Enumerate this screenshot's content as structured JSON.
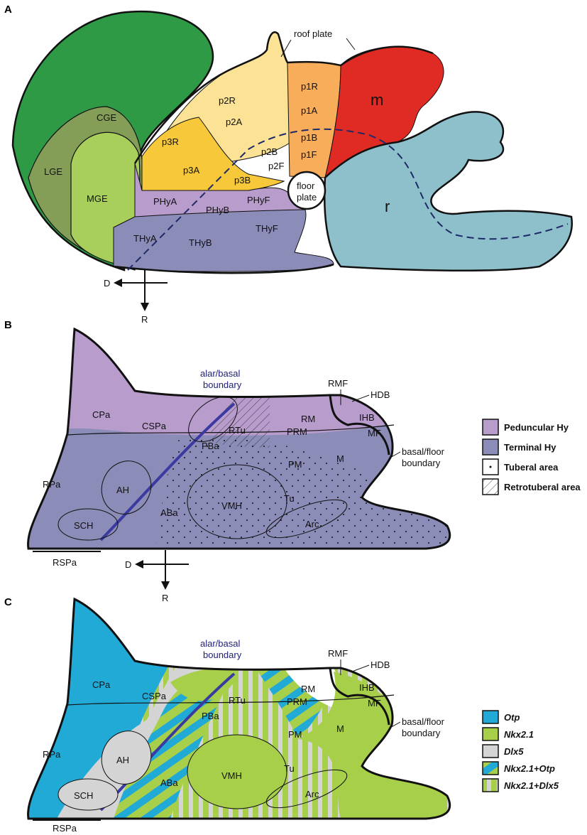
{
  "panels": {
    "a": "A",
    "b": "B",
    "c": "C"
  },
  "panel_a": {
    "regions": {
      "cge": "CGE",
      "lge": "LGE",
      "mge": "MGE",
      "p2r": "p2R",
      "p2a": "p2A",
      "p2b": "p2B",
      "p2f": "p2F",
      "p1r": "p1R",
      "p1a": "p1A",
      "p1b": "p1B",
      "p1f": "p1F",
      "p3r": "p3R",
      "p3a": "p3A",
      "p3b": "p3B",
      "phya": "PHyA",
      "phyb": "PHyB",
      "phyf": "PHyF",
      "thya": "THyA",
      "thyb": "THyB",
      "thyf": "THyF",
      "m": "m",
      "r": "r"
    },
    "roof_plate": "roof plate",
    "floor_plate_1": "floor",
    "floor_plate_2": "plate",
    "axis_d": "D",
    "axis_r": "R"
  },
  "panel_b": {
    "regions": {
      "cpa": "CPa",
      "cspa": "CSPa",
      "pba": "PBa",
      "rtu": "RTu",
      "prm": "PRM",
      "rm": "RM",
      "mf": "MF",
      "m": "M",
      "pm": "PM",
      "rpa": "RPa",
      "ah": "AH",
      "aba": "ABa",
      "vmh": "VMH",
      "tu": "Tu",
      "arc": "Arc",
      "sch": "SCH"
    },
    "alar_basal_1": "alar/basal",
    "alar_basal_2": "boundary",
    "rmf": "RMF",
    "hdb": "HDB",
    "ihb": "IHB",
    "basal_floor_1": "basal/floor",
    "basal_floor_2": "boundary",
    "rspa": "RSPa",
    "axis_d": "D",
    "axis_r": "R",
    "legend": [
      {
        "label": "Peduncular Hy",
        "color": "#b89ccc"
      },
      {
        "label": "Terminal Hy",
        "color": "#8c8cb8"
      },
      {
        "label": "Tuberal area",
        "color": "#ffffff"
      },
      {
        "label": "Retrotuberal area",
        "color": "hatch"
      }
    ]
  },
  "panel_c": {
    "regions": {
      "cpa": "CPa",
      "cspa": "CSPa",
      "pba": "PBa",
      "rtu": "RTu",
      "prm": "PRM",
      "rm": "RM",
      "mf": "MF",
      "m": "M",
      "pm": "PM",
      "rpa": "RPa",
      "ah": "AH",
      "aba": "ABa",
      "vmh": "VMH",
      "tu": "Tu",
      "arc": "Arc",
      "sch": "SCH"
    },
    "alar_basal_1": "alar/basal",
    "alar_basal_2": "boundary",
    "rmf": "RMF",
    "hdb": "HDB",
    "ihb": "IHB",
    "basal_floor_1": "basal/floor",
    "basal_floor_2": "boundary",
    "rspa": "RSPa",
    "legend": [
      {
        "label": "Otp",
        "color": "#22aad6"
      },
      {
        "label": "Nkx2.1",
        "color": "#a8cf4a"
      },
      {
        "label": "Dlx5",
        "color": "#d4d4d4"
      },
      {
        "label": "Nkx2.1+Otp",
        "color": "stripe-blue"
      },
      {
        "label": "Nkx2.1+Dlx5",
        "color": "stripe-grey"
      }
    ]
  },
  "colors": {
    "green_dark": "#2e9a45",
    "green_olive": "#849e58",
    "green_light": "#a8cf5b",
    "yellow_pale": "#fbe295",
    "yellow": "#f7c93a",
    "orange": "#f7ad5a",
    "red": "#e02a24",
    "lilac": "#b89ccc",
    "slate": "#8c8cb8",
    "teal": "#8ec0cc",
    "otp": "#22aad6",
    "nkx": "#a8cf4a",
    "dlx": "#d4d4d4"
  }
}
